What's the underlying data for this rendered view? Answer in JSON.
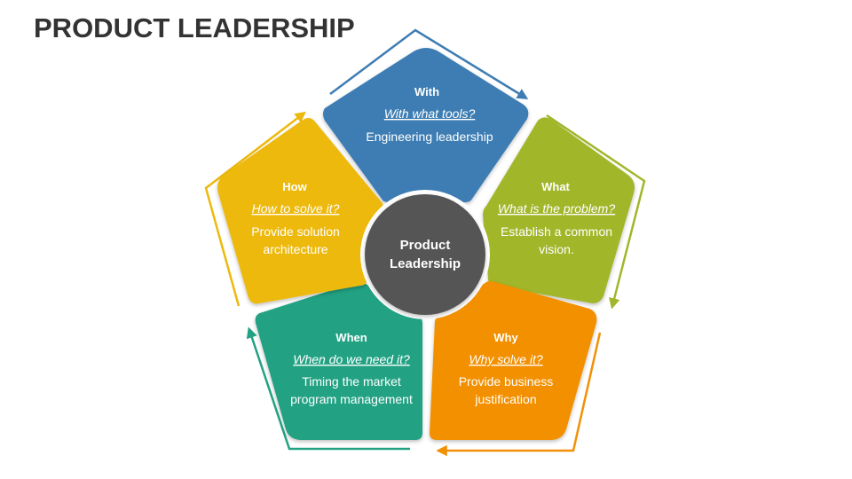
{
  "title": "PRODUCT LEADERSHIP",
  "center": {
    "line1": "Product",
    "line2": "Leadership",
    "color": "#555555"
  },
  "segments": [
    {
      "heading": "With",
      "question": "With what tools?",
      "lines": [
        "Engineering leadership"
      ],
      "color": "#3E7DB3"
    },
    {
      "heading": "What",
      "question": "What is the problem?",
      "lines": [
        "Establish a common",
        "vision."
      ],
      "color": "#A2B62A"
    },
    {
      "heading": "Why",
      "question": "Why solve it?",
      "lines": [
        "Provide business",
        "justification"
      ],
      "color": "#F29006"
    },
    {
      "heading": "When",
      "question": "When do we need it?",
      "lines": [
        "Timing the market",
        "program management"
      ],
      "color": "#22A283"
    },
    {
      "heading": "How",
      "question": "How to solve it?",
      "lines": [
        "Provide solution",
        "architecture"
      ],
      "color": "#EDB90D"
    }
  ]
}
